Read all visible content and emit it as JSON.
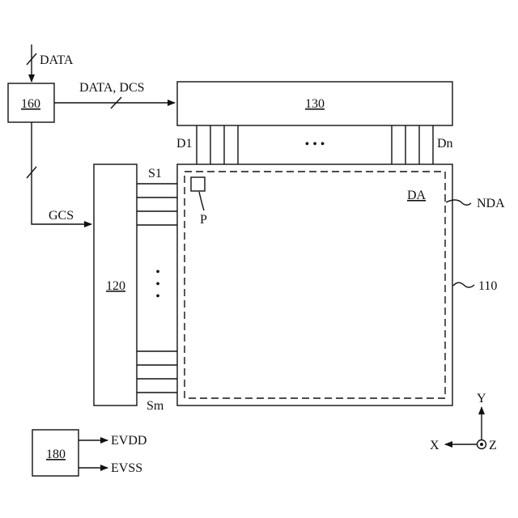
{
  "blocks": {
    "controller": "160",
    "data_driver": "130",
    "scan_driver": "120",
    "panel": "110",
    "power": "180"
  },
  "signals": {
    "data_in": "DATA",
    "data_dcs": "DATA, DCS",
    "gcs": "GCS",
    "evdd": "EVDD",
    "evss": "EVSS"
  },
  "lines": {
    "d_first": "D1",
    "d_last": "Dn",
    "s_first": "S1",
    "s_last": "Sm",
    "ellipsis_h": "• • •",
    "ellipsis_v": "•"
  },
  "areas": {
    "display_area": "DA",
    "non_display_area": "NDA",
    "pixel": "P"
  },
  "axes": {
    "x": "X",
    "y": "Y",
    "z": "Z"
  }
}
